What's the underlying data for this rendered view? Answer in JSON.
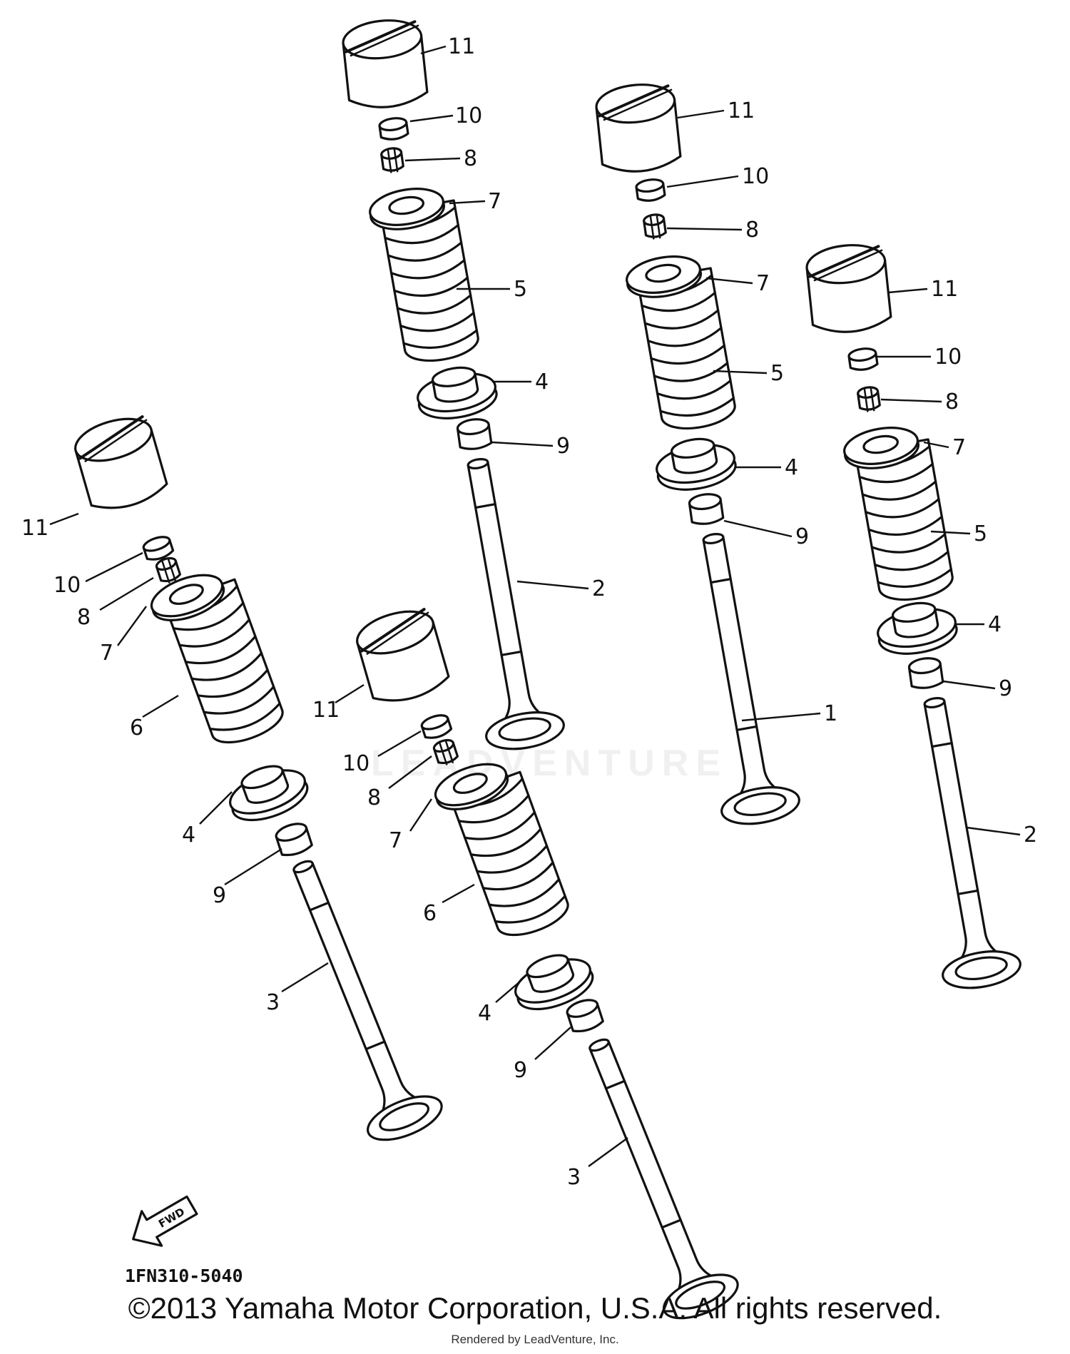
{
  "diagram": {
    "drawing_code": "1FN310-5040",
    "fwd_label": "FWD",
    "callout_labels": [
      "11",
      "10",
      "8",
      "7",
      "6",
      "5",
      "4",
      "9",
      "3",
      "2",
      "1"
    ]
  },
  "footer": {
    "copyright": "©2013 Yamaha Motor Corporation, U.S.A. All rights reserved.",
    "rendered_by": "Rendered by LeadVenture, Inc."
  },
  "watermark": {
    "text": "LEADVENTURE"
  }
}
